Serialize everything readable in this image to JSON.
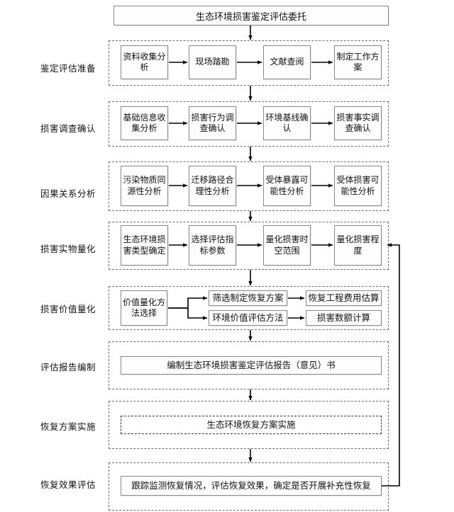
{
  "diagram": {
    "title_node": "生态环境损害鉴定评估委托",
    "stages": [
      {
        "id": "preparation",
        "label": "鉴定评估准备",
        "nodes": [
          "资料收集分析",
          "现场踏勘",
          "文献查阅",
          "制定工作方案"
        ]
      },
      {
        "id": "investigation",
        "label": "损害调查确认",
        "nodes": [
          "基础信息收集分析",
          "损害行为调查确认",
          "环境基线确认",
          "损害事实调查确认"
        ]
      },
      {
        "id": "causation",
        "label": "因果关系分析",
        "nodes": [
          "污染物质同源性分析",
          "迁移路径合理性分析",
          "受体暴露可能性分析",
          "受体损害可能性分析"
        ]
      },
      {
        "id": "physical-quantification",
        "label": "损害实物量化",
        "nodes": [
          "生态环境损害类型确定",
          "选择评估指标参数",
          "量化损害时空范围",
          "量化损害程度"
        ]
      },
      {
        "id": "value-quantification",
        "label": "损害价值量化",
        "nodes": [
          "价值量化方法选择",
          "筛选制定恢复方案",
          "恢复工程费用估算",
          "环境价值评估方法",
          "损害数额计算"
        ]
      },
      {
        "id": "report",
        "label": "评估报告编制",
        "nodes": [
          "编制生态环境损害鉴定评估报告（意见）书"
        ]
      },
      {
        "id": "restoration",
        "label": "恢复方案实施",
        "nodes": [
          "生态环境恢复方案实施"
        ]
      },
      {
        "id": "effect-evaluation",
        "label": "恢复效果评估",
        "nodes": [
          "跟踪监测恢复情况，评估恢复效果，确定是否开展补充性恢复"
        ]
      }
    ],
    "colors": {
      "node_border": "#8a8a8a",
      "node_fill": "#fdfdfd",
      "group_border": "#6e6e6e",
      "connector": "#000000",
      "text": "#111111"
    }
  }
}
